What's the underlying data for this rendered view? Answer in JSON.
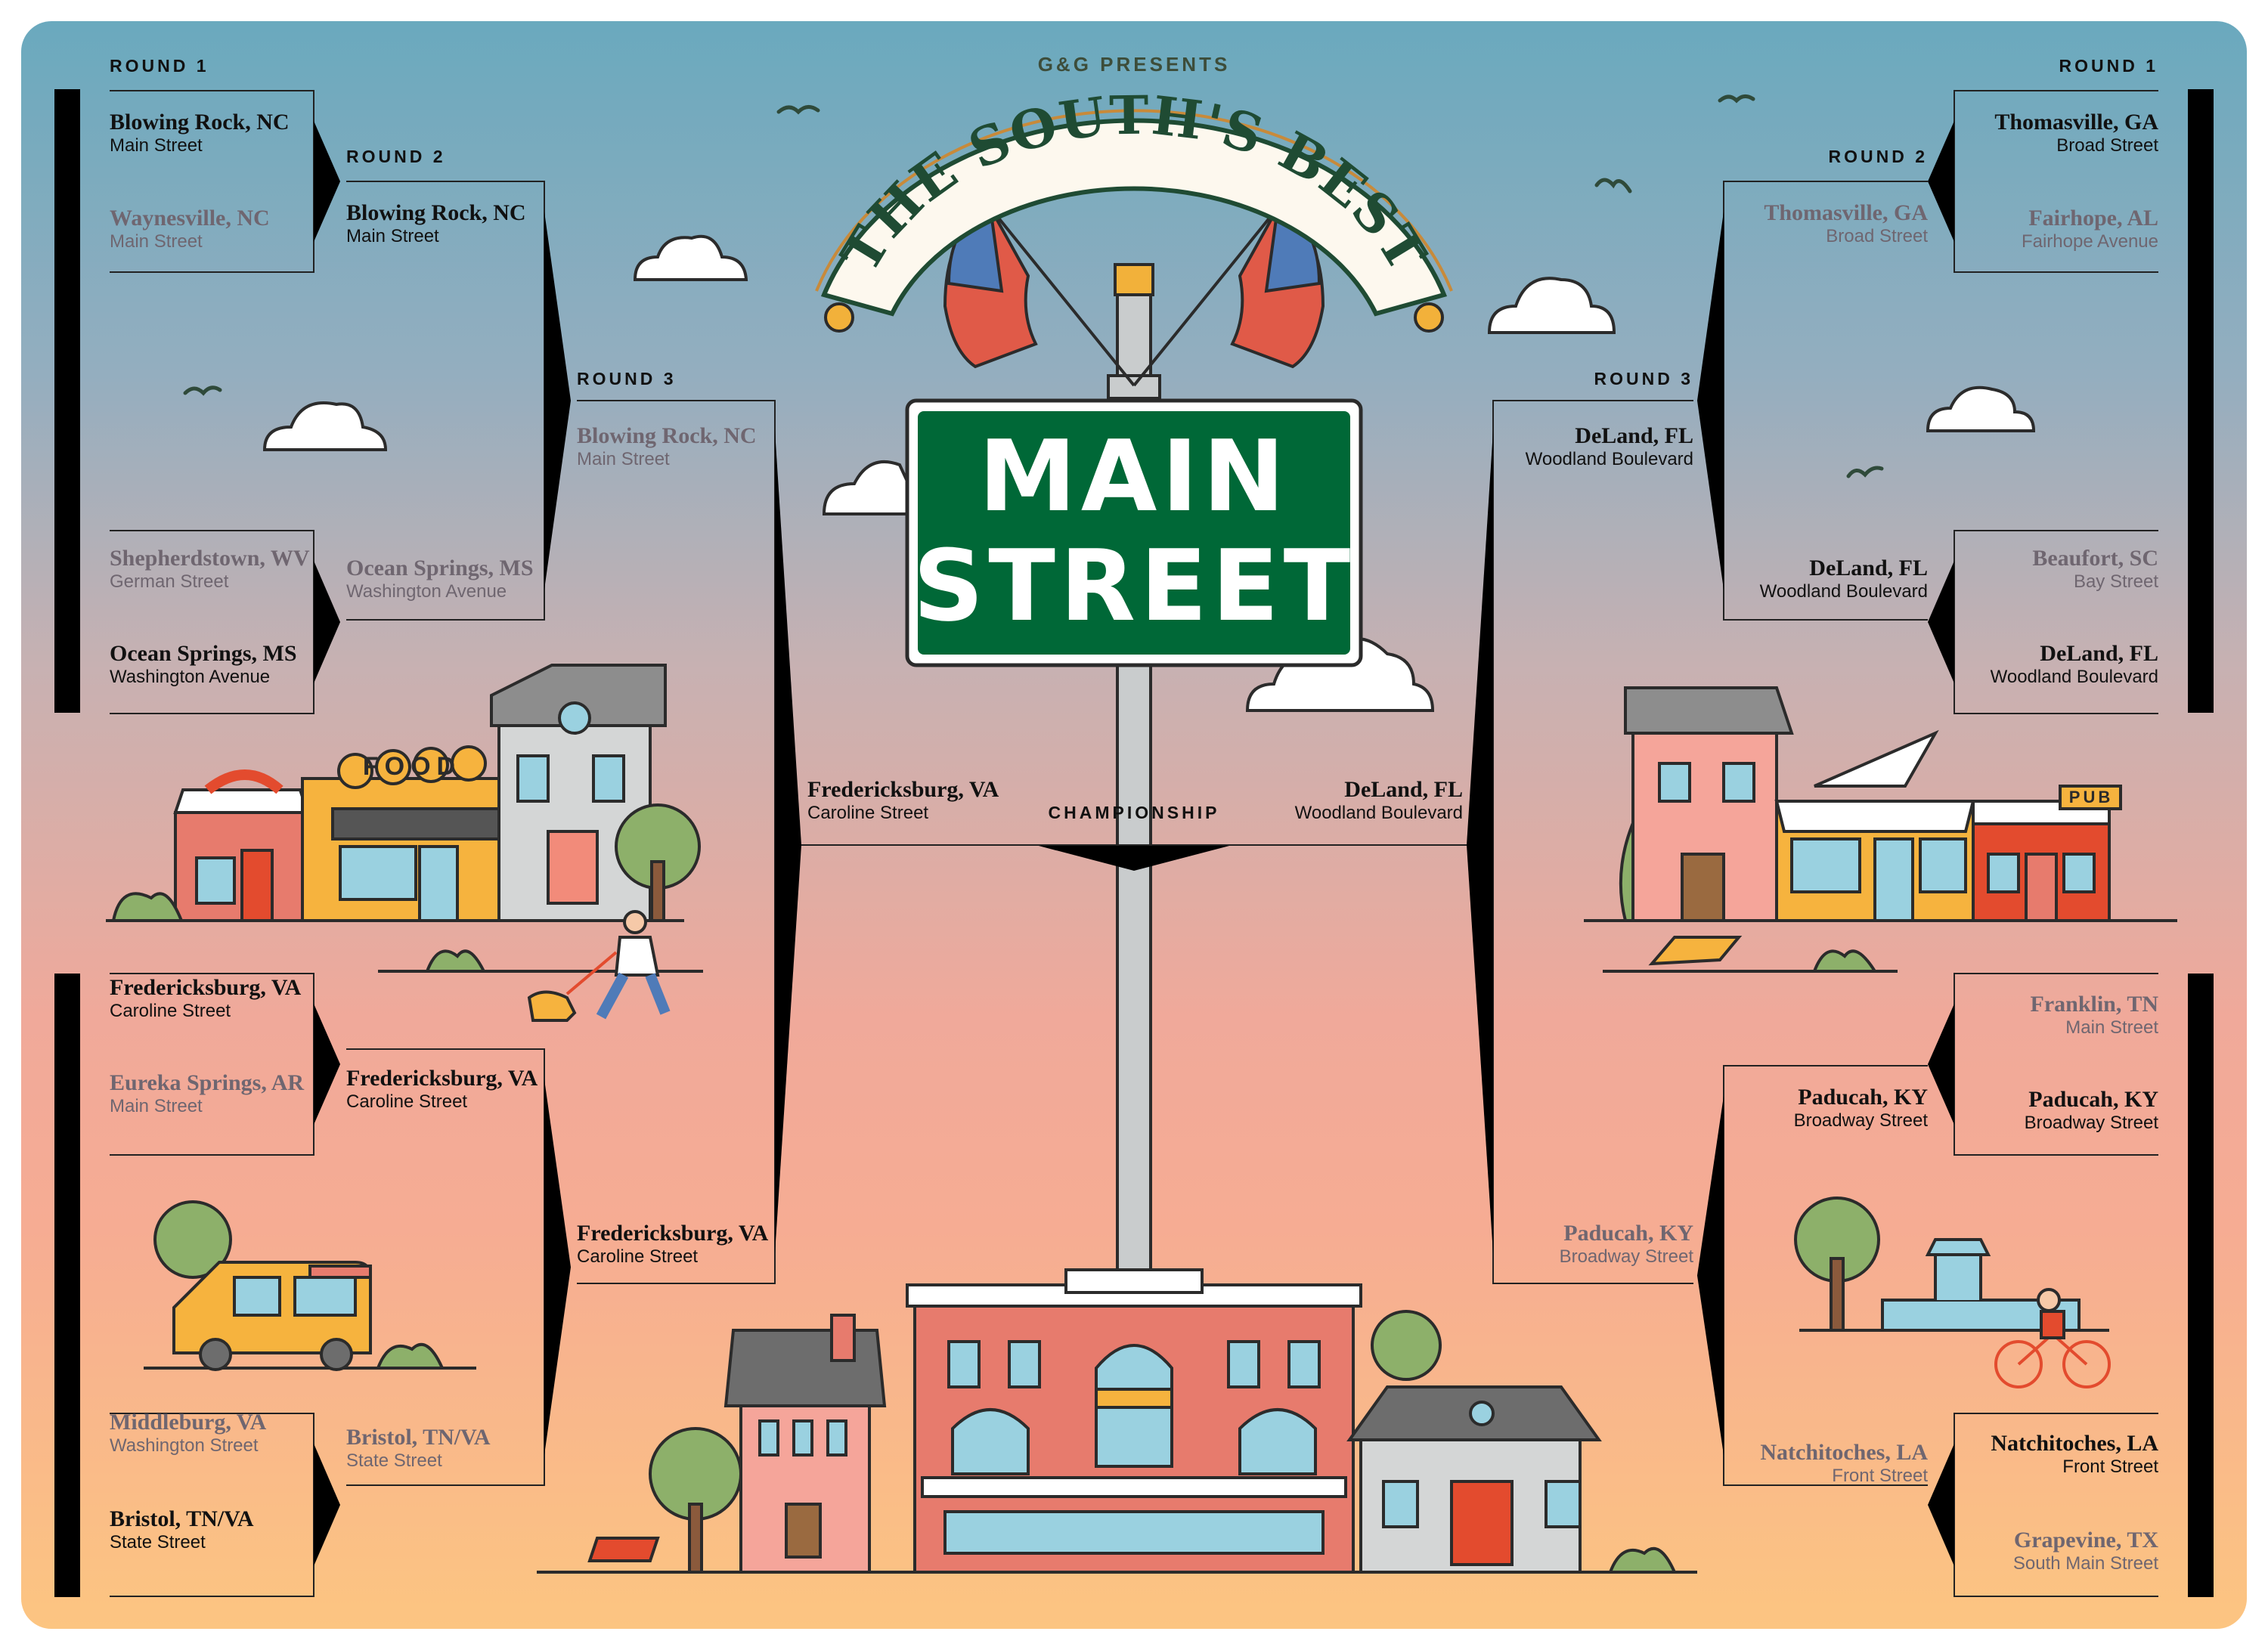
{
  "header": {
    "presents": "G&G PRESENTS",
    "arch_title": "THE SOUTH'S BEST",
    "sign_line1": "MAIN",
    "sign_line2": "STREET",
    "championship": "CHAMPIONSHIP"
  },
  "round_labels": {
    "left_r1": "ROUND 1",
    "left_r2": "ROUND 2",
    "left_r3": "ROUND 3",
    "right_r1": "ROUND 1",
    "right_r2": "ROUND 2",
    "right_r3": "ROUND 3"
  },
  "shop_signs": {
    "food": "FOOD",
    "pub": "PUB"
  },
  "colors": {
    "winner_text": "#111111",
    "loser_text": "#6f6670",
    "sign_green": "#006837",
    "brick": "#e77b6d"
  },
  "left": {
    "r1": [
      {
        "city": "Blowing Rock, NC",
        "street": "Main Street",
        "status": "winner"
      },
      {
        "city": "Waynesville, NC",
        "street": "Main Street",
        "status": "loser"
      },
      {
        "city": "Shepherdstown, WV",
        "street": "German Street",
        "status": "loser"
      },
      {
        "city": "Ocean Springs, MS",
        "street": "Washington Avenue",
        "status": "winner"
      },
      {
        "city": "Fredericksburg, VA",
        "street": "Caroline Street",
        "status": "winner"
      },
      {
        "city": "Eureka Springs, AR",
        "street": "Main Street",
        "status": "loser"
      },
      {
        "city": "Middleburg, VA",
        "street": "Washington Street",
        "status": "loser"
      },
      {
        "city": "Bristol, TN/VA",
        "street": "State Street",
        "status": "winner"
      }
    ],
    "r2": [
      {
        "city": "Blowing Rock, NC",
        "street": "Main Street",
        "status": "winner"
      },
      {
        "city": "Ocean Springs, MS",
        "street": "Washington Avenue",
        "status": "loser"
      },
      {
        "city": "Fredericksburg, VA",
        "street": "Caroline Street",
        "status": "winner"
      },
      {
        "city": "Bristol, TN/VA",
        "street": "State Street",
        "status": "loser"
      }
    ],
    "r3": [
      {
        "city": "Blowing Rock, NC",
        "street": "Main Street",
        "status": "loser"
      },
      {
        "city": "Fredericksburg, VA",
        "street": "Caroline Street",
        "status": "winner"
      }
    ],
    "final": {
      "city": "Fredericksburg, VA",
      "street": "Caroline Street",
      "status": "winner"
    }
  },
  "right": {
    "r1": [
      {
        "city": "Thomasville, GA",
        "street": "Broad Street",
        "status": "winner"
      },
      {
        "city": "Fairhope, AL",
        "street": "Fairhope Avenue",
        "status": "loser"
      },
      {
        "city": "Beaufort, SC",
        "street": "Bay Street",
        "status": "loser"
      },
      {
        "city": "DeLand, FL",
        "street": "Woodland Boulevard",
        "status": "winner"
      },
      {
        "city": "Franklin, TN",
        "street": "Main Street",
        "status": "loser"
      },
      {
        "city": "Paducah, KY",
        "street": "Broadway Street",
        "status": "winner"
      },
      {
        "city": "Natchitoches, LA",
        "street": "Front Street",
        "status": "winner"
      },
      {
        "city": "Grapevine, TX",
        "street": "South Main Street",
        "status": "loser"
      }
    ],
    "r2": [
      {
        "city": "Thomasville, GA",
        "street": "Broad Street",
        "status": "loser"
      },
      {
        "city": "DeLand, FL",
        "street": "Woodland Boulevard",
        "status": "winner"
      },
      {
        "city": "Paducah, KY",
        "street": "Broadway Street",
        "status": "winner"
      },
      {
        "city": "Natchitoches, LA",
        "street": "Front Street",
        "status": "loser"
      }
    ],
    "r3": [
      {
        "city": "DeLand, FL",
        "street": "Woodland Boulevard",
        "status": "winner"
      },
      {
        "city": "Paducah, KY",
        "street": "Broadway Street",
        "status": "loser"
      }
    ],
    "final": {
      "city": "DeLand, FL",
      "street": "Woodland Boulevard",
      "status": "winner"
    }
  }
}
